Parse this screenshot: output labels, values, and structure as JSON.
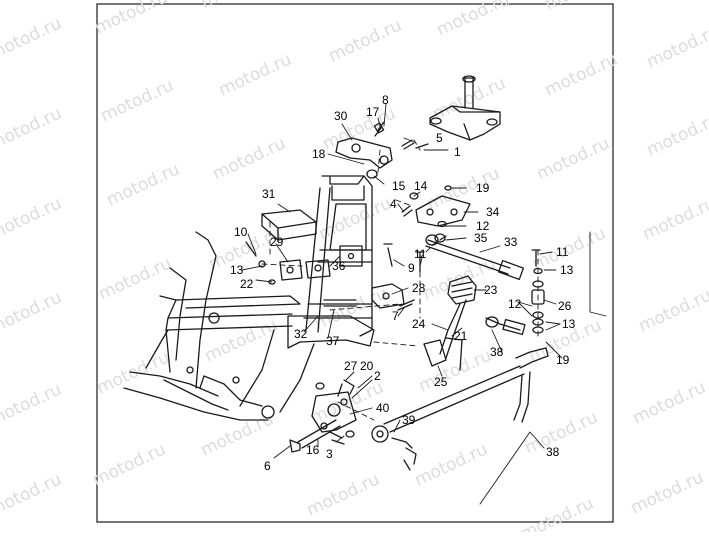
{
  "watermark": {
    "text": "motod.ru",
    "color": "#dcdcdc"
  },
  "diagram": {
    "line_color": "#1a1a1a",
    "label_color": "#000000",
    "part_labels": [
      {
        "id": "p1",
        "text": "1"
      },
      {
        "id": "p2",
        "text": "2"
      },
      {
        "id": "p3",
        "text": "3"
      },
      {
        "id": "p4",
        "text": "4"
      },
      {
        "id": "p5",
        "text": "5"
      },
      {
        "id": "p6",
        "text": "6"
      },
      {
        "id": "p7",
        "text": "7"
      },
      {
        "id": "p8",
        "text": "8"
      },
      {
        "id": "p9",
        "text": "9"
      },
      {
        "id": "p10",
        "text": "10"
      },
      {
        "id": "p11a",
        "text": "11"
      },
      {
        "id": "p11b",
        "text": "11"
      },
      {
        "id": "p12a",
        "text": "12"
      },
      {
        "id": "p12b",
        "text": "12"
      },
      {
        "id": "p13a",
        "text": "13"
      },
      {
        "id": "p13b",
        "text": "13"
      },
      {
        "id": "p13c",
        "text": "13"
      },
      {
        "id": "p14",
        "text": "14"
      },
      {
        "id": "p15",
        "text": "15"
      },
      {
        "id": "p16",
        "text": "16"
      },
      {
        "id": "p17",
        "text": "17"
      },
      {
        "id": "p18",
        "text": "18"
      },
      {
        "id": "p19a",
        "text": "19"
      },
      {
        "id": "p19b",
        "text": "19"
      },
      {
        "id": "p20",
        "text": "20"
      },
      {
        "id": "p21",
        "text": "21"
      },
      {
        "id": "p22",
        "text": "22"
      },
      {
        "id": "p23",
        "text": "23"
      },
      {
        "id": "p24",
        "text": "24"
      },
      {
        "id": "p25",
        "text": "25"
      },
      {
        "id": "p26",
        "text": "26"
      },
      {
        "id": "p27",
        "text": "27"
      },
      {
        "id": "p28",
        "text": "28"
      },
      {
        "id": "p29",
        "text": "29"
      },
      {
        "id": "p30",
        "text": "30"
      },
      {
        "id": "p31",
        "text": "31"
      },
      {
        "id": "p32",
        "text": "32"
      },
      {
        "id": "p33",
        "text": "33"
      },
      {
        "id": "p34",
        "text": "34"
      },
      {
        "id": "p35",
        "text": "35"
      },
      {
        "id": "p36",
        "text": "36"
      },
      {
        "id": "p37",
        "text": "37"
      },
      {
        "id": "p38a",
        "text": "38"
      },
      {
        "id": "p38b",
        "text": "38"
      },
      {
        "id": "p39",
        "text": "39"
      },
      {
        "id": "p40",
        "text": "40"
      }
    ]
  }
}
